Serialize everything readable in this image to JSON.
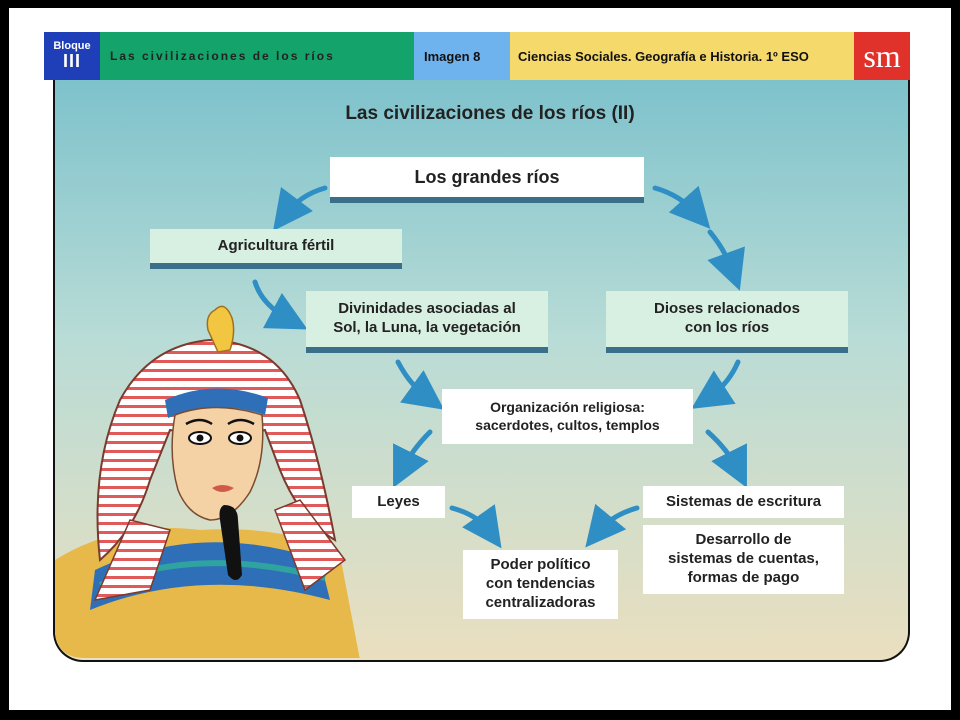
{
  "header": {
    "bloque_label": "Bloque",
    "bloque_number": "III",
    "unit_title": "Las civilizaciones de los ríos",
    "image_label": "Imagen 8",
    "subject": "Ciencias Sociales. Geografía e Historia. 1º ESO",
    "logo": "sm"
  },
  "diagram": {
    "title": "Las civilizaciones de los ríos (II)",
    "nodes": {
      "rios": "Los grandes ríos",
      "agricultura": "Agricultura fértil",
      "divinidades": "Divinidades asociadas al\nSol, la Luna, la vegetación",
      "dioses": "Dioses relacionados\ncon los ríos",
      "organizacion": "Organización religiosa:\nsacerdotes, cultos, templos",
      "leyes": "Leyes",
      "escritura": "Sistemas de escritura",
      "cuentas": "Desarrollo de\nsistemas de cuentas,\nformas de pago",
      "poder": "Poder político\ncon tendencias\ncentralizadoras"
    }
  },
  "colors": {
    "bloque_bg": "#1f3fb8",
    "title_bg": "#14a36a",
    "image_bg": "#6fb3ee",
    "subject_bg": "#f5d96a",
    "logo_bg": "#e0312a",
    "arrow": "#2f8fc4"
  }
}
